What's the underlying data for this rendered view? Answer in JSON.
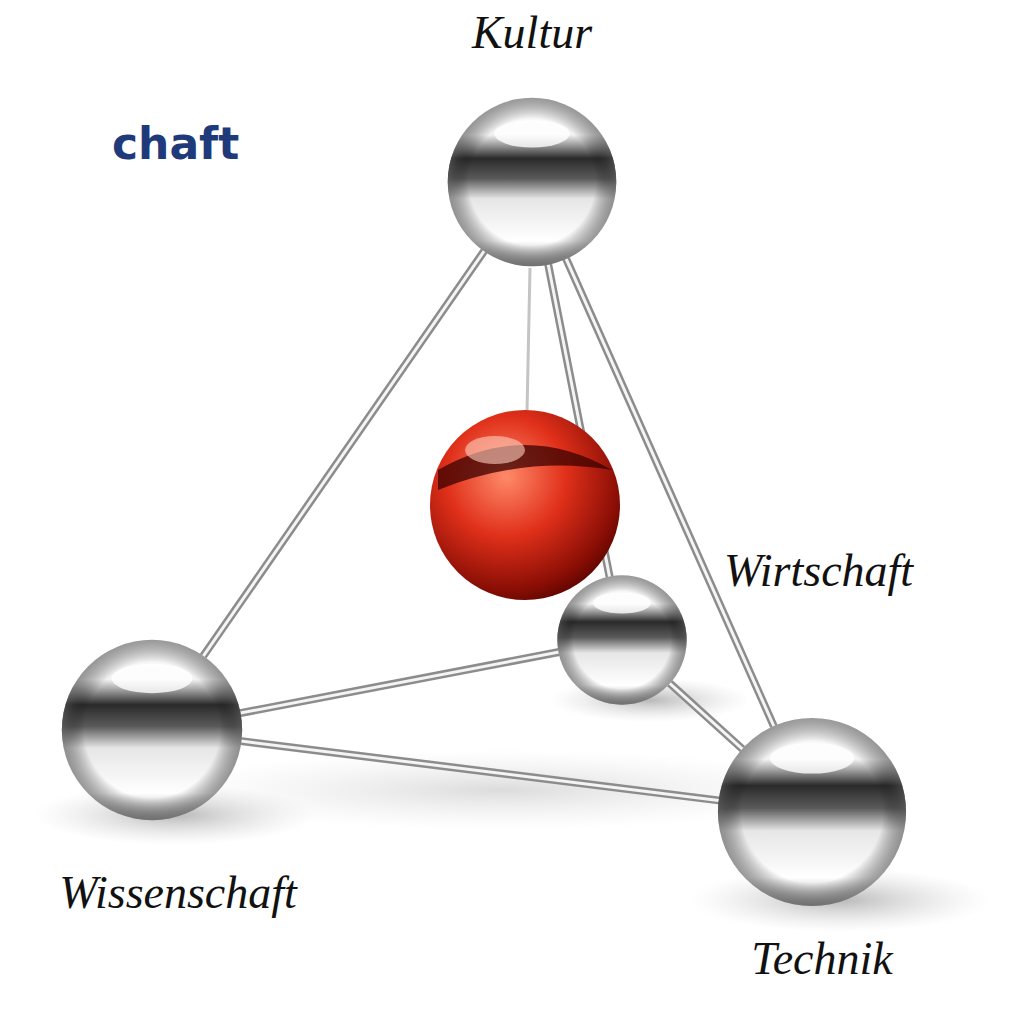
{
  "diagram": {
    "nodes": [
      {
        "text": [
          "Kultur"
        ]
      },
      {
        "text": [
          "Wirtschaft"
        ]
      },
      {
        "text": [
          "Wissenschaft"
        ]
      },
      {
        "text": [
          "Technik"
        ]
      }
    ],
    "edges": [
      {
        "from": 0,
        "to": 2,
        "arrow": "none"
      },
      {
        "from": 0,
        "to": 3,
        "arrow": "none"
      },
      {
        "from": 0,
        "to": 1,
        "arrow": "none"
      },
      {
        "from": 2,
        "to": 3,
        "arrow": "none"
      },
      {
        "from": 2,
        "to": 1,
        "arrow": "none"
      },
      {
        "from": 1,
        "to": 3,
        "arrow": "none"
      }
    ],
    "labels": [
      "chaft"
    ]
  }
}
